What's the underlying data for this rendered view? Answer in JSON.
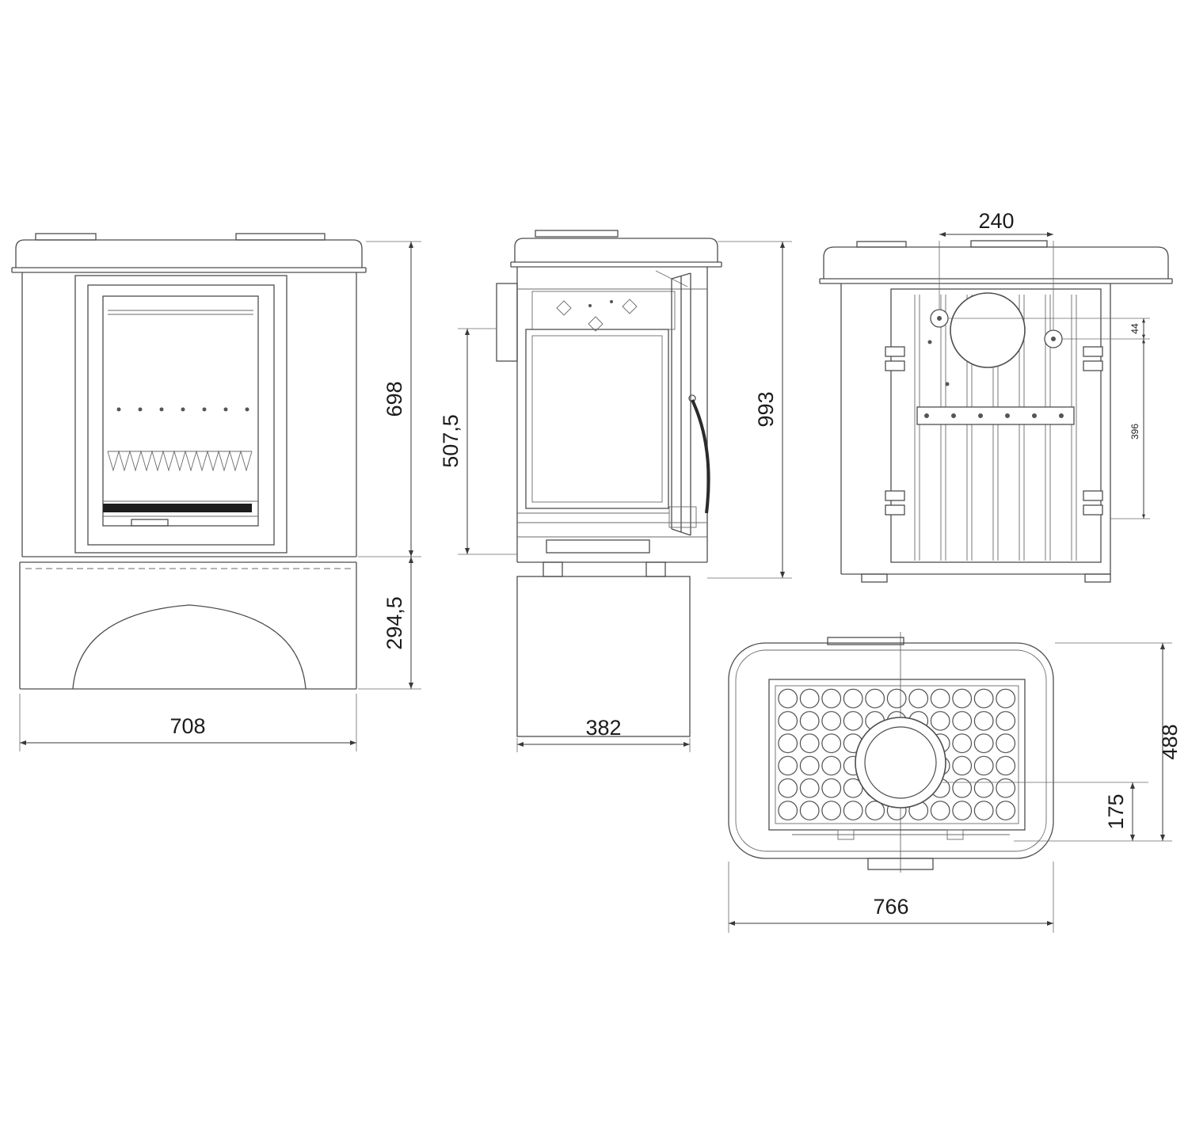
{
  "drawing": {
    "kind": "stove-technical-drawing",
    "views": {
      "front": {
        "dims": {
          "width": "708",
          "body_height": "698",
          "base_height": "294,5"
        }
      },
      "side": {
        "dims": {
          "firebox_height": "507,5",
          "total_height": "993",
          "base_depth": "382"
        }
      },
      "rear": {
        "dims": {
          "flue_spacing": "240",
          "offset_small": "44",
          "offset_large": "396"
        }
      },
      "top": {
        "dims": {
          "depth": "488",
          "flue_offset": "175",
          "width": "766"
        }
      }
    }
  }
}
